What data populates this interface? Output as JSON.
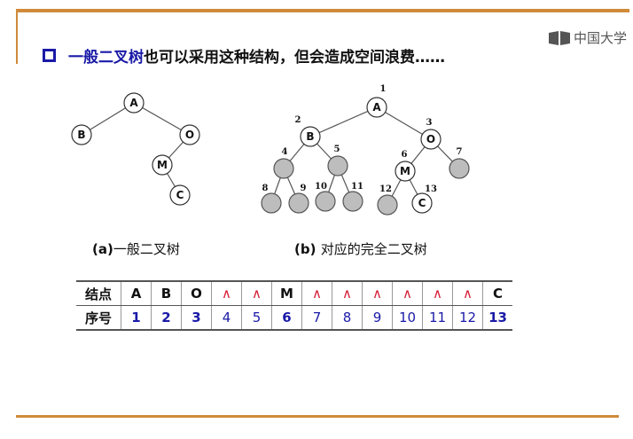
{
  "heading": {
    "emphasis": "一般二叉树",
    "rest": "也可以采用这种结构，但会造成空间浪费……"
  },
  "watermark": {
    "text": "中国大学"
  },
  "tree_a": {
    "caption_prefix": "(a)",
    "caption_text": "一般二叉树",
    "nodes": [
      {
        "id": "A"
      },
      {
        "id": "B"
      },
      {
        "id": "O"
      },
      {
        "id": "M"
      },
      {
        "id": "C"
      }
    ]
  },
  "tree_b": {
    "caption_prefix": "(b)",
    "caption_text": "对应的完全二叉树",
    "nodes": [
      {
        "index": "1",
        "label": "A",
        "virtual": false
      },
      {
        "index": "2",
        "label": "B",
        "virtual": false
      },
      {
        "index": "3",
        "label": "O",
        "virtual": false
      },
      {
        "index": "4",
        "label": "",
        "virtual": true
      },
      {
        "index": "5",
        "label": "",
        "virtual": true
      },
      {
        "index": "6",
        "label": "M",
        "virtual": false
      },
      {
        "index": "7",
        "label": "",
        "virtual": true
      },
      {
        "index": "8",
        "label": "",
        "virtual": true
      },
      {
        "index": "9",
        "label": "",
        "virtual": true
      },
      {
        "index": "10",
        "label": "",
        "virtual": true
      },
      {
        "index": "11",
        "label": "",
        "virtual": true
      },
      {
        "index": "12",
        "label": "",
        "virtual": true
      },
      {
        "index": "13",
        "label": "C",
        "virtual": false
      }
    ]
  },
  "table": {
    "row_headers": [
      "结点",
      "序号"
    ],
    "nodes": [
      "A",
      "B",
      "O",
      "∧",
      "∧",
      "M",
      "∧",
      "∧",
      "∧",
      "∧",
      "∧",
      "∧",
      "C"
    ],
    "numbers": [
      "1",
      "2",
      "3",
      "4",
      "5",
      "6",
      "7",
      "8",
      "9",
      "10",
      "11",
      "12",
      "13"
    ],
    "virtual_flags": [
      false,
      false,
      false,
      true,
      true,
      false,
      true,
      true,
      true,
      true,
      true,
      true,
      false
    ]
  },
  "colors": {
    "accent": "#1a1aa8",
    "virtual_symbol": "#d8203a",
    "rule": "#d08a3a",
    "virtual_node": "#bdbdbd"
  }
}
